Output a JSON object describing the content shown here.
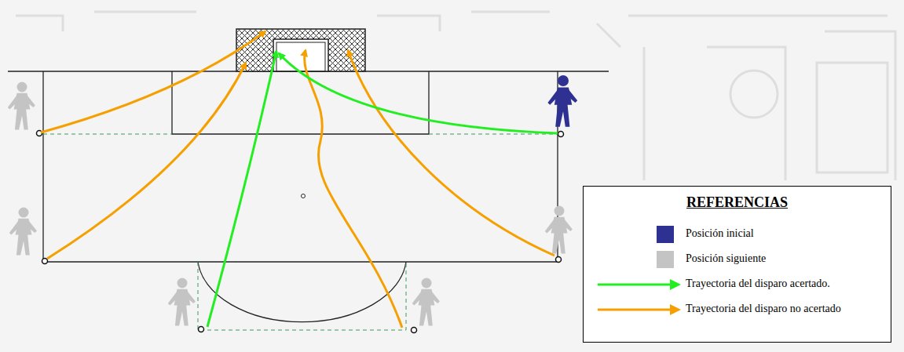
{
  "diagram": {
    "labels": [
      "REFERENCIAS"
    ],
    "legend": [
      {
        "text": "Posición inicial",
        "color": "#2e3192"
      },
      {
        "text": "Posición siguiente",
        "color": "#c4c4c4"
      },
      {
        "text": "Trayectoria del disparo acertado."
      },
      {
        "text": "Trayectoria del disparo no acertado"
      }
    ]
  }
}
